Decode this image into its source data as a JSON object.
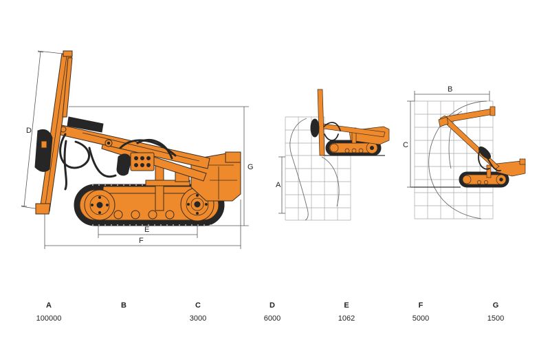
{
  "drawing": {
    "labels": {
      "a": "A",
      "b": "B",
      "c": "C",
      "d": "D",
      "e": "E",
      "f": "F",
      "g": "G"
    }
  },
  "specs": [
    {
      "label": "A",
      "value": "100000"
    },
    {
      "label": "B",
      "value": ""
    },
    {
      "label": "C",
      "value": "3000"
    },
    {
      "label": "D",
      "value": "6000"
    },
    {
      "label": "E",
      "value": "1062"
    },
    {
      "label": "F",
      "value": "5000"
    },
    {
      "label": "G",
      "value": "1500"
    }
  ],
  "colors": {
    "machine": "#EE8A2B",
    "outline": "#3a2c1f",
    "dark": "#262626",
    "grid": "#a8a8a8"
  },
  "icons": {
    "side_view": "crawler-drill-rig-icon",
    "depth_view": "drill-rig-depth-reach-icon",
    "coverage_view": "drill-rig-coverage-reach-icon"
  }
}
